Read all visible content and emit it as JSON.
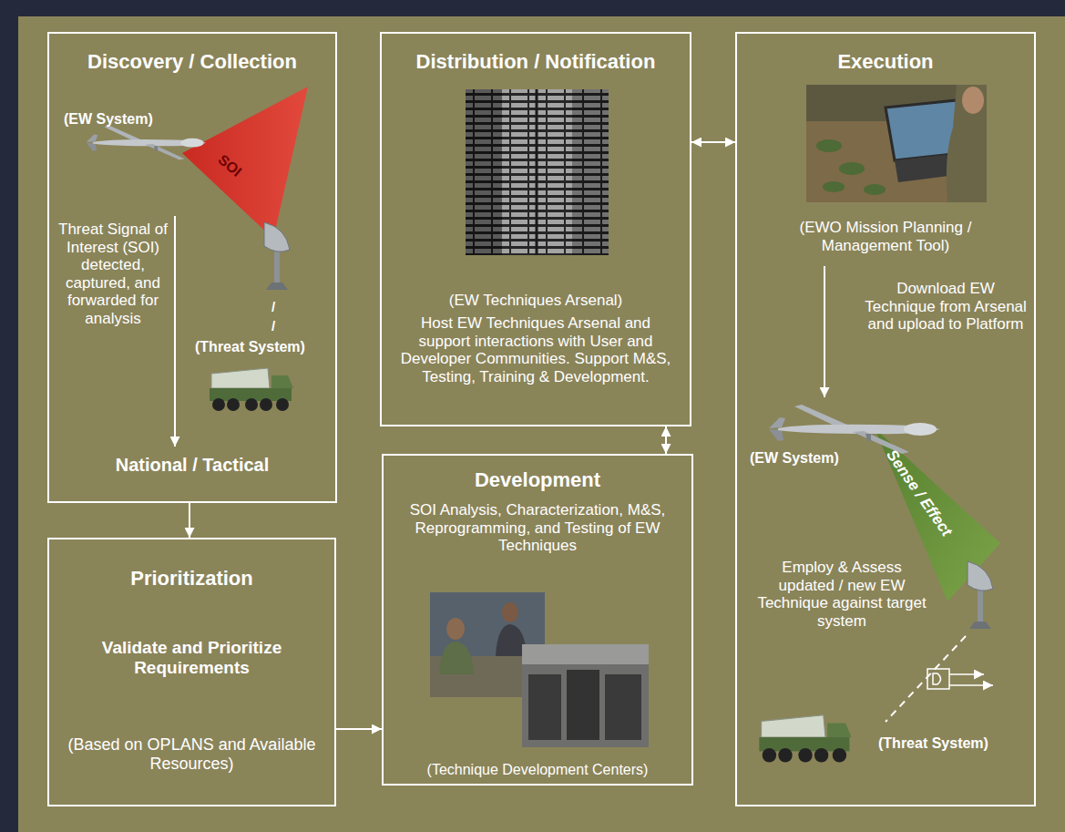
{
  "diagram": {
    "nodes": [
      {
        "text": [
          "Discovery / Collection",
          "(EW System)",
          "Threat Signal of Interest (SOI) detected, captured, and forwarded for analysis",
          "(Threat System)",
          "National / Tactical"
        ]
      },
      {
        "text": [
          "Distribution / Notification",
          "(EW Techniques Arsenal)",
          "Host EW Techniques Arsenal and support interactions with User and Developer Communities. Support M&S, Testing, Training & Development."
        ]
      },
      {
        "text": [
          "Execution",
          "(EWO Mission Planning / Management Tool)",
          "Download EW Technique from Arsenal and upload to Platform",
          "(EW System)",
          "Employ & Assess updated / new EW Technique against target system",
          "(Threat System)"
        ]
      },
      {
        "text": [
          "Prioritization",
          "Validate and Prioritize Requirements",
          "(Based on OPLANS and Available Resources)"
        ]
      },
      {
        "text": [
          "Development",
          "SOI Analysis, Characterization, M&S, Reprogramming, and Testing of EW Techniques",
          "(Technique Development Centers)"
        ]
      }
    ],
    "edges": [
      {
        "from": 0,
        "to": 3,
        "arrow": "to"
      },
      {
        "from": 1,
        "to": 2,
        "arrow": "both"
      },
      {
        "from": 1,
        "to": 4,
        "arrow": "both"
      },
      {
        "from": 3,
        "to": 4,
        "arrow": "to"
      }
    ],
    "labels": [
      "SOI",
      "/",
      "/",
      "Sense / Effect"
    ]
  }
}
